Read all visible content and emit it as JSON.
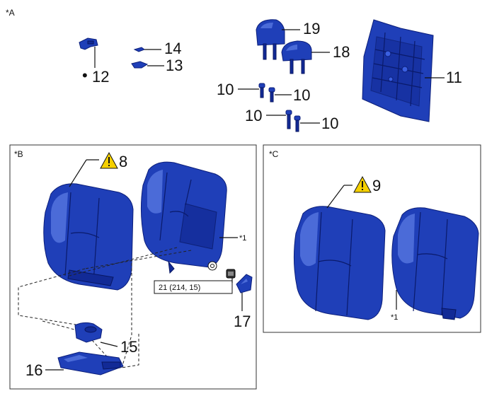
{
  "sections": {
    "a": {
      "label": "*A"
    },
    "b": {
      "label": "*B"
    },
    "c": {
      "label": "*C"
    }
  },
  "parts": {
    "p8": "8",
    "p9": "9",
    "p10": "10",
    "p11": "11",
    "p12": "12",
    "p13": "13",
    "p14": "14",
    "p15": "15",
    "p16": "16",
    "p17": "17",
    "p18": "18",
    "p19": "19"
  },
  "annotations": {
    "note1": "*1",
    "torque": "21 (214, 15)",
    "bullet": "•"
  },
  "colors": {
    "part_fill": "#1f3fb8",
    "warning_fill": "#f5d000"
  },
  "icons": {
    "warning": "warning-triangle-icon"
  }
}
